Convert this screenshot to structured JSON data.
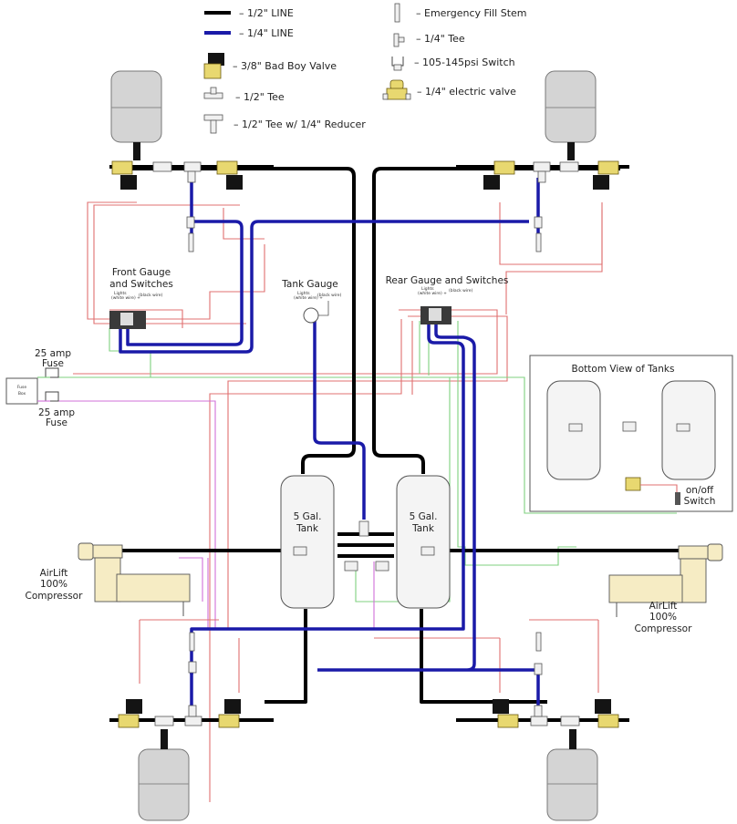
{
  "legend": {
    "items_left": [
      {
        "icon": "half-inch-line-icon",
        "label": "– 1/2\" LINE"
      },
      {
        "icon": "quarter-inch-line-icon",
        "label": "– 1/4\" LINE"
      },
      {
        "icon": "bad-boy-valve-icon",
        "label": "– 3/8\" Bad Boy Valve"
      },
      {
        "icon": "half-inch-tee-icon",
        "label": "– 1/2\" Tee"
      },
      {
        "icon": "tee-reducer-icon",
        "label": "– 1/2\" Tee w/ 1/4\" Reducer"
      }
    ],
    "items_right": [
      {
        "icon": "emergency-fill-stem-icon",
        "label": "– Emergency Fill Stem"
      },
      {
        "icon": "quarter-inch-tee-icon",
        "label": "– 1/4\" Tee"
      },
      {
        "icon": "pressure-switch-icon",
        "label": "– 105-145psi Switch"
      },
      {
        "icon": "electric-valve-icon",
        "label": "– 1/4\" electric valve"
      }
    ]
  },
  "labels": {
    "front_gauge_line1": "Front Gauge",
    "front_gauge_line2": "and Switches",
    "tank_gauge": "Tank Gauge",
    "rear_gauge": "Rear Gauge and Switches",
    "lights": "Lights",
    "white_wire": "(white wire) +",
    "black_wire": "(black wire)",
    "fuse_top_line1": "25 amp",
    "fuse_top_line2": "Fuse",
    "fuse_bottom_line1": "25 amp",
    "fuse_bottom_line2": "Fuse",
    "fuse_box_line1": "Fuse",
    "fuse_box_line2": "Box",
    "bottom_view_title": "Bottom View of Tanks",
    "onoff_line1": "on/off",
    "onoff_line2": "Switch",
    "tank_left_line1": "5 Gal.",
    "tank_left_line2": "Tank",
    "tank_right_line1": "5 Gal.",
    "tank_right_line2": "Tank",
    "comp_left_line1": "AirLift",
    "comp_left_line2": "100%",
    "comp_left_line3": "Compressor",
    "comp_right_line1": "AirLift",
    "comp_right_line2": "100%",
    "comp_right_line3": "Compressor"
  },
  "colors": {
    "half_line": "#000000",
    "quarter_line": "#1a1aa8",
    "wire_power": "#e07070",
    "wire_green": "#7fd07f",
    "wire_purple": "#d070d8",
    "valve_brass": "#e8d870",
    "air_bag": "#d4d4d4",
    "compressor": "#f6ecc4"
  }
}
